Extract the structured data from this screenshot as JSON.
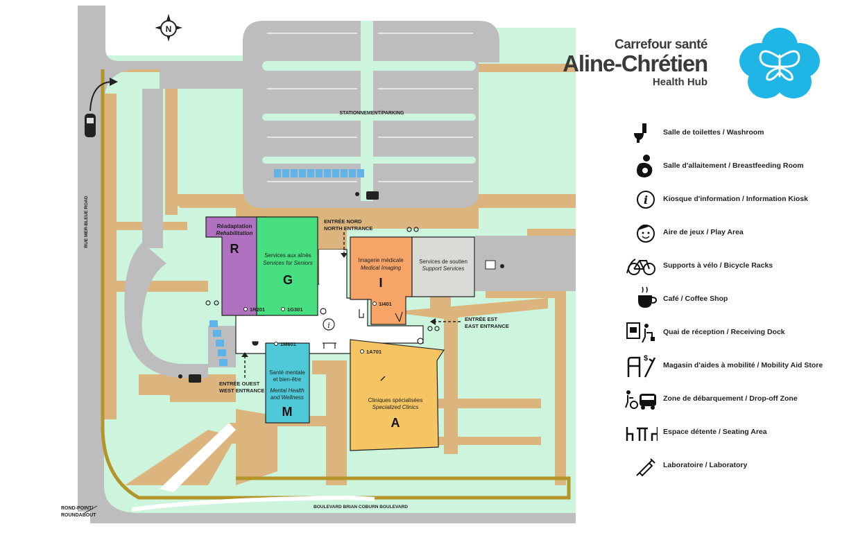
{
  "brand": {
    "line1": "Carrefour santé",
    "line2": "Aline-Chrétien",
    "line3": "Health Hub",
    "color": "#1fb5e5"
  },
  "compass": {
    "letter": "N"
  },
  "streets": {
    "west": "RUE MER-BLEUE ROAD",
    "south": "BOULEVARD BRIAN COBURN BOULEVARD",
    "roundabout1": "ROND-POINT/",
    "roundabout2": "ROUNDABOUT"
  },
  "parking": {
    "label": "STATIONNEMENT/PARKING"
  },
  "entrances": {
    "north_fr": "ENTRÉE NORD",
    "north_en": "NORTH ENTRANCE",
    "east_fr": "ENTRÉE EST",
    "east_en": "EAST ENTRANCE",
    "west_fr": "ENTRÉE OUEST",
    "west_en": "WEST ENTRANCE"
  },
  "wings": {
    "r": {
      "fr": "Réadaptation",
      "en": "Rehabilitation",
      "letter": "R",
      "room": "1R201",
      "color": "#b071c0"
    },
    "g": {
      "fr": "Services aux aînés",
      "en": "Services for Seniors",
      "letter": "G",
      "room": "1G301",
      "color": "#47df7f"
    },
    "i": {
      "fr": "Imagerie médicale",
      "en": "Medical Imaging",
      "letter": "I",
      "room": "1I401",
      "color": "#f7a468"
    },
    "s": {
      "fr": "Services de soutien",
      "en": "Support Services",
      "color": "#dadad6"
    },
    "m": {
      "fr1": "Santé mentale",
      "fr2": "et bien-être",
      "en1": "Mental Health",
      "en2": "and Wellness",
      "letter": "M",
      "room": "1M601",
      "color": "#4ec9d7"
    },
    "a": {
      "fr": "Cliniques spécialisées",
      "en": "Specialized Clinics",
      "letter": "A",
      "room": "1A701",
      "color": "#f5c563"
    }
  },
  "legend": [
    {
      "icon": "toilet-icon",
      "label": "Salle de toilettes / Washroom"
    },
    {
      "icon": "breastfeeding-icon",
      "label": "Salle d'allaitement / Breastfeeding Room"
    },
    {
      "icon": "info-icon",
      "label": "Kiosque d'information / Information Kiosk"
    },
    {
      "icon": "play-area-icon",
      "label": "Aire de jeux / Play Area"
    },
    {
      "icon": "bicycle-icon",
      "label": "Supports à vélo / Bicycle Racks"
    },
    {
      "icon": "coffee-icon",
      "label": "Café / Coffee Shop"
    },
    {
      "icon": "receiving-dock-icon",
      "label": "Quai de réception / Receiving Dock"
    },
    {
      "icon": "mobility-store-icon",
      "label": "Magasin d'aides à mobilité / Mobility Aid Store"
    },
    {
      "icon": "drop-off-icon",
      "label": "Zone de débarquement / Drop-off Zone"
    },
    {
      "icon": "seating-icon",
      "label": "Espace détente / Seating Area"
    },
    {
      "icon": "laboratory-icon",
      "label": "Laboratoire / Laboratory"
    }
  ],
  "colors": {
    "grass": "#cdf5de",
    "road": "#bdbdbd",
    "path": "#dcb47e",
    "trail": "#b3952a"
  }
}
